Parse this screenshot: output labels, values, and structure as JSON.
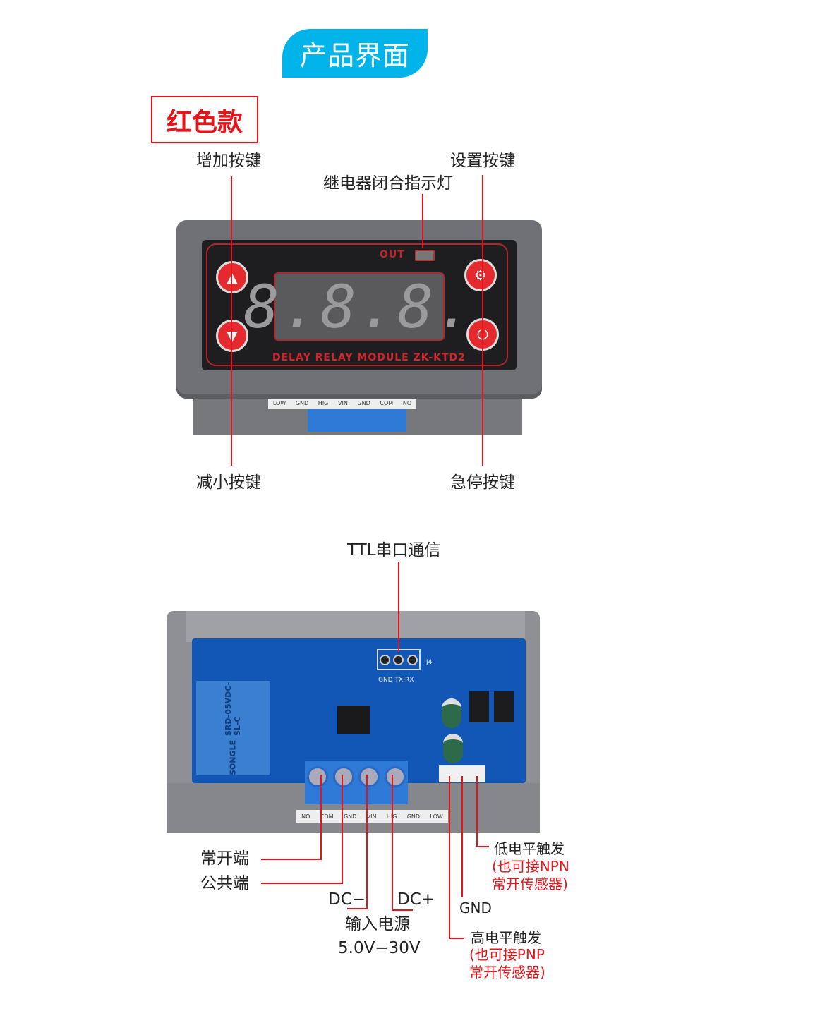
{
  "header": {
    "title": "产品界面",
    "variant": "红色款"
  },
  "front_view": {
    "labels": {
      "increase_button": "增加按键",
      "set_button": "设置按键",
      "relay_indicator": "继电器闭合指示灯",
      "decrease_button": "减小按键",
      "stop_button": "急停按键"
    },
    "device": {
      "out_label": "OUT",
      "display": "8.8.8.",
      "model": "DELAY RELAY MODULE ZK-KTD2",
      "terminal_labels": [
        "LOW",
        "GND",
        "HIG",
        "VIN",
        "GND",
        "COM",
        "NO"
      ]
    }
  },
  "back_view": {
    "labels": {
      "ttl": "TTL串口通信",
      "normally_open": "常开端",
      "common": "公共端",
      "dc_minus": "DC−",
      "dc_plus": "DC+",
      "input_power": "输入电源",
      "voltage_range": "5.0V−30V",
      "gnd": "GND",
      "low_trigger": "低电平触发",
      "low_trigger_note1": "(也可接NPN",
      "low_trigger_note2": "常开传感器)",
      "high_trigger": "高电平触发",
      "high_trigger_note1": "(也可接PNP",
      "high_trigger_note2": "常开传感器)"
    },
    "pcb": {
      "j4": "J4",
      "serial_pins": "GND TX RX",
      "relay_brand": "SONGLE",
      "relay_model": "SRD-05VDC-SL-C",
      "terminal_labels": [
        "NO",
        "COM",
        "GND",
        "VIN",
        "HIG",
        "GND",
        "LOW"
      ]
    }
  },
  "colors": {
    "accent": "#00b4ea",
    "annotation": "#e8141a",
    "pcb": "#1257b5"
  }
}
